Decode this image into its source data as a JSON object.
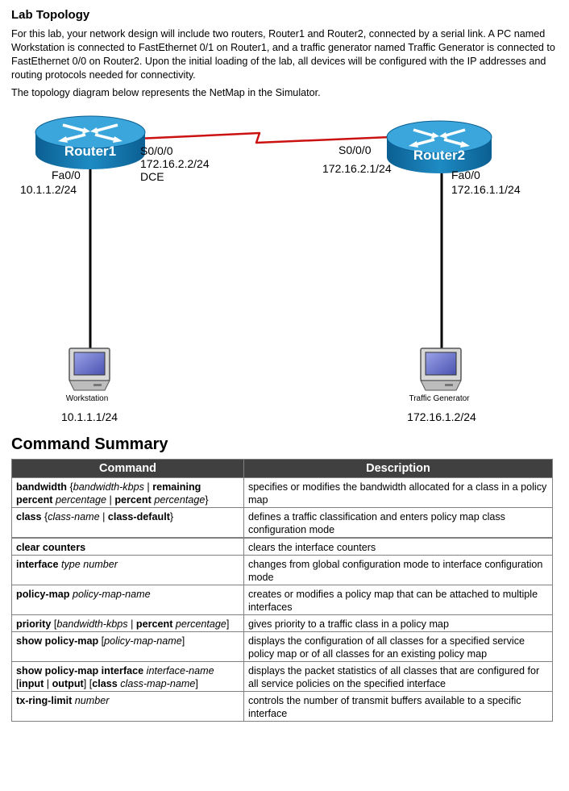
{
  "heading": "Lab Topology",
  "intro": "For this lab, your network design will include two routers, Router1 and Router2, connected by a serial link. A PC named Workstation is connected to FastEthernet 0/1 on Router1, and a traffic generator named Traffic Generator is connected to FastEthernet 0/0 on Router2. Upon the initial loading of the lab, all devices will be configured with the IP addresses and routing protocols needed for connectivity.",
  "diagram_caption": "The topology diagram below represents the NetMap in the Simulator.",
  "topology": {
    "router1": {
      "name": "Router1",
      "serial_if": "S0/0/0",
      "serial_ip": "172.16.2.2/24",
      "serial_role": "DCE",
      "fa_if": "Fa0/0",
      "fa_ip": "10.1.1.2/24"
    },
    "router2": {
      "name": "Router2",
      "serial_if": "S0/0/0",
      "serial_ip": "172.16.2.1/24",
      "fa_if": "Fa0/0",
      "fa_ip": "172.16.1.1/24"
    },
    "workstation": {
      "name": "Workstation",
      "ip": "10.1.1.1/24"
    },
    "traffic_generator": {
      "name": "Traffic Generator",
      "ip": "172.16.1.2/24"
    },
    "colors": {
      "router": "#1e8bc3",
      "serial_link": "#cc1111",
      "ethernet_link": "#000000"
    }
  },
  "summary_heading": "Command Summary",
  "table": {
    "headers": [
      "Command",
      "Description"
    ],
    "rows": [
      {
        "command": [
          {
            "t": "bandwidth",
            "s": "kw"
          },
          {
            "t": " {",
            "s": ""
          },
          {
            "t": "bandwidth-kbps",
            "s": "arg"
          },
          {
            "t": " | ",
            "s": ""
          },
          {
            "t": "remaining",
            "s": "kw"
          },
          {
            "t": " ",
            "s": ""
          },
          {
            "t": "percent",
            "s": "kw"
          },
          {
            "t": " ",
            "s": ""
          },
          {
            "t": "percentage",
            "s": "arg"
          },
          {
            "t": " | ",
            "s": ""
          },
          {
            "t": "percent",
            "s": "kw"
          },
          {
            "t": " ",
            "s": ""
          },
          {
            "t": "percentage",
            "s": "arg"
          },
          {
            "t": "}",
            "s": ""
          }
        ],
        "description": "specifies or modifies the bandwidth allocated for a class in a policy map"
      },
      {
        "command": [
          {
            "t": "class",
            "s": "kw"
          },
          {
            "t": " {",
            "s": ""
          },
          {
            "t": "class-name",
            "s": "arg"
          },
          {
            "t": " | ",
            "s": ""
          },
          {
            "t": "class-default",
            "s": "kw"
          },
          {
            "t": "}",
            "s": ""
          }
        ],
        "description": "defines a traffic classification and enters policy map class configuration mode"
      },
      {
        "command": [
          {
            "t": "clear counters",
            "s": "kw"
          }
        ],
        "description": "clears the interface counters",
        "gap": true
      },
      {
        "command": [
          {
            "t": "interface",
            "s": "kw"
          },
          {
            "t": " ",
            "s": ""
          },
          {
            "t": "type number",
            "s": "arg"
          }
        ],
        "description": "changes from global configuration mode to interface configuration mode"
      },
      {
        "command": [
          {
            "t": "policy-map",
            "s": "kw"
          },
          {
            "t": " ",
            "s": ""
          },
          {
            "t": "policy-map-name",
            "s": "arg"
          }
        ],
        "description": "creates or modifies a policy map that can be attached to multiple interfaces"
      },
      {
        "command": [
          {
            "t": "priority",
            "s": "kw"
          },
          {
            "t": " [",
            "s": ""
          },
          {
            "t": "bandwidth-kbps",
            "s": "arg"
          },
          {
            "t": " | ",
            "s": ""
          },
          {
            "t": "percent",
            "s": "kw"
          },
          {
            "t": " ",
            "s": ""
          },
          {
            "t": "percentage",
            "s": "arg"
          },
          {
            "t": "]",
            "s": ""
          }
        ],
        "description": "gives priority to a traffic class in a policy map"
      },
      {
        "command": [
          {
            "t": "show policy-map",
            "s": "kw"
          },
          {
            "t": " [",
            "s": ""
          },
          {
            "t": "policy-map-name",
            "s": "arg"
          },
          {
            "t": "]",
            "s": ""
          }
        ],
        "description": "displays the configuration of all classes for a specified service policy map or of all classes for an existing policy map"
      },
      {
        "command": [
          {
            "t": "show policy-map interface",
            "s": "kw"
          },
          {
            "t": " ",
            "s": ""
          },
          {
            "t": "interface-name",
            "s": "arg"
          },
          {
            "t": " ",
            "s": ""
          },
          {
            "t": "[",
            "s": ""
          },
          {
            "t": "input",
            "s": "kw"
          },
          {
            "t": " | ",
            "s": ""
          },
          {
            "t": "output",
            "s": "kw"
          },
          {
            "t": "] [",
            "s": ""
          },
          {
            "t": "class",
            "s": "kw"
          },
          {
            "t": " ",
            "s": ""
          },
          {
            "t": "class-map-name",
            "s": "arg"
          },
          {
            "t": "]",
            "s": ""
          }
        ],
        "description": "displays the packet statistics of all classes that are configured for all service policies on the specified interface"
      },
      {
        "command": [
          {
            "t": "tx-ring-limit",
            "s": "kw"
          },
          {
            "t": " ",
            "s": ""
          },
          {
            "t": "number",
            "s": "arg"
          }
        ],
        "description": "controls the number of transmit buffers available to a specific interface"
      }
    ]
  }
}
